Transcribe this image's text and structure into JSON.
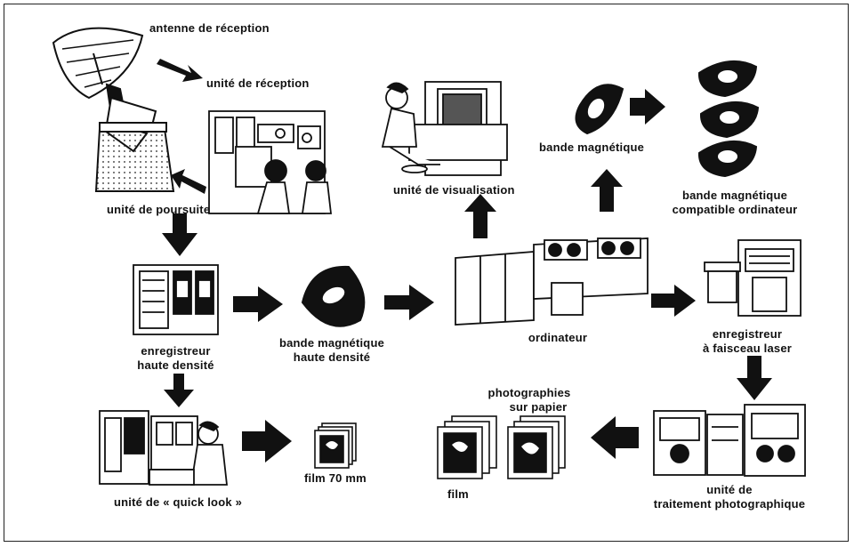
{
  "labels": {
    "antenne": "antenne de réception",
    "unite_reception": "unité de réception",
    "unite_poursuite": "unité de poursuite",
    "unite_visualisation": "unité de visualisation",
    "bande_magnetique": "bande magnétique",
    "bande_compat_1": "bande magnétique",
    "bande_compat_2": "compatible ordinateur",
    "enreg_hd_1": "enregistreur",
    "enreg_hd_2": "haute densité",
    "bande_hd_1": "bande magnétique",
    "bande_hd_2": "haute densité",
    "ordinateur": "ordinateur",
    "laser_1": "enregistreur",
    "laser_2": "à faisceau laser",
    "quick_look": "unité de « quick look »",
    "film70": "film 70 mm",
    "photos_1": "photographies",
    "photos_2": "sur papier",
    "film": "film",
    "traitement_1": "unité de",
    "traitement_2": "traitement photographique"
  },
  "colors": {
    "ink": "#111111",
    "paper": "#ffffff"
  }
}
